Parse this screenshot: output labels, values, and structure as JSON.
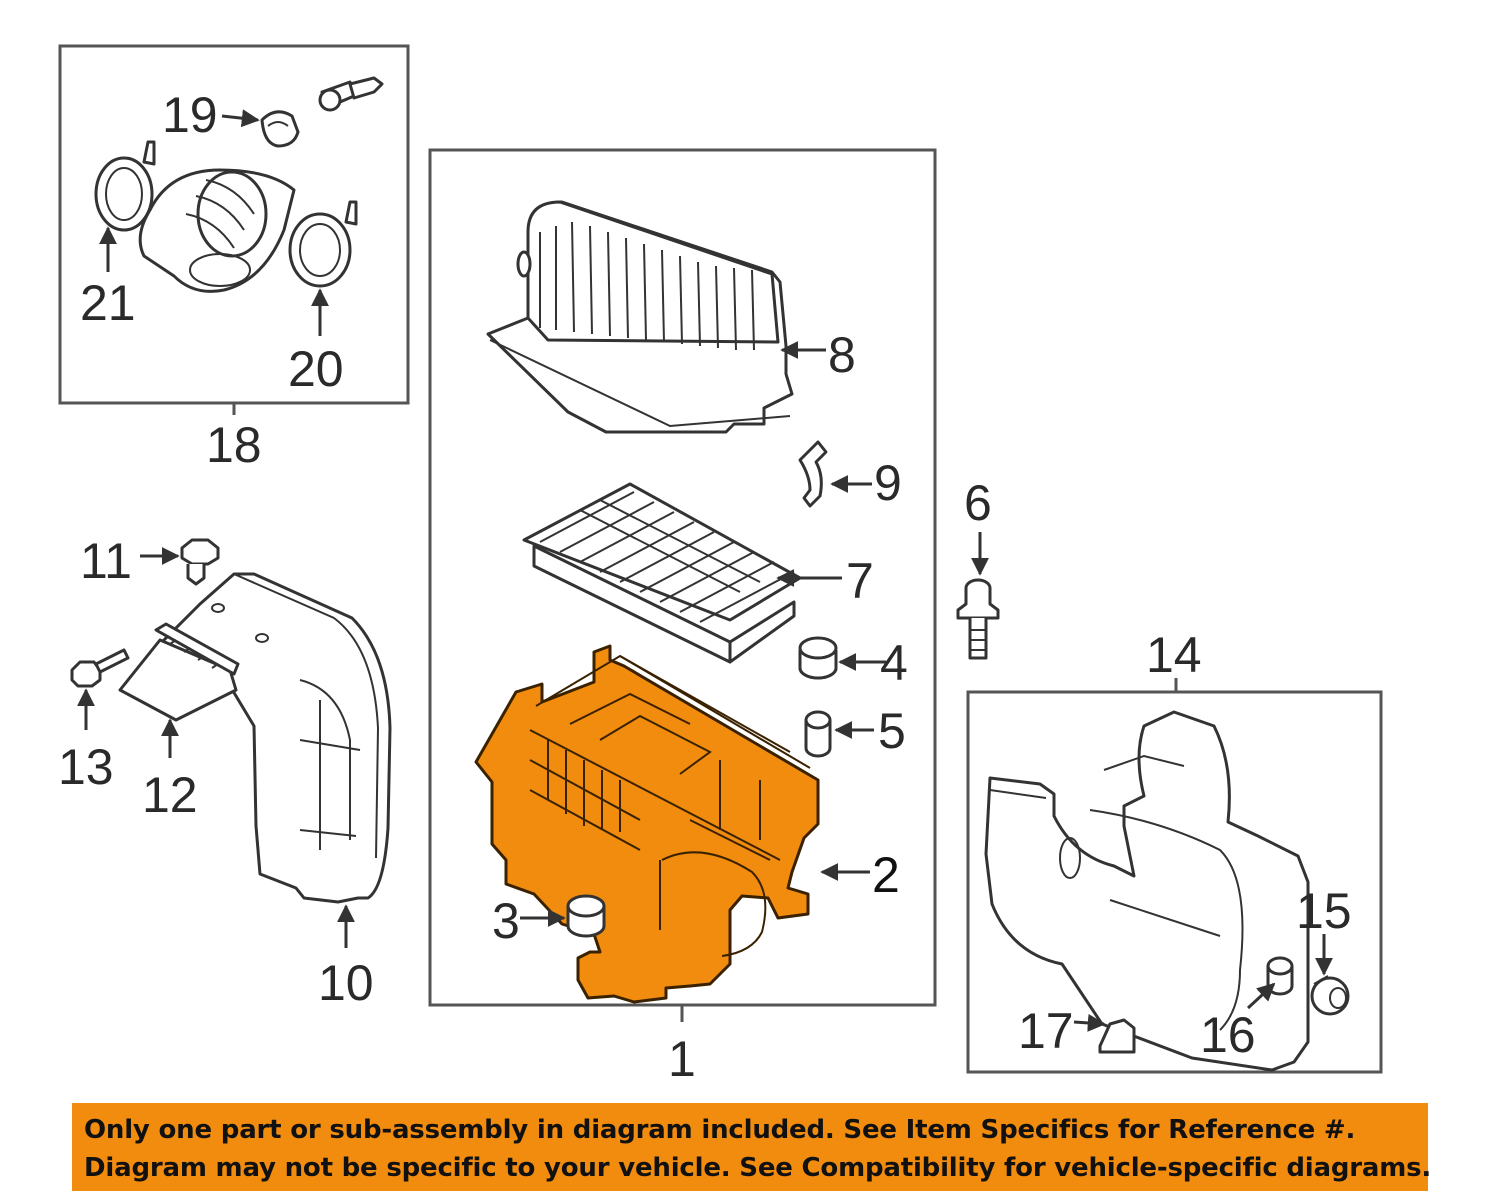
{
  "diagram": {
    "callouts": {
      "c1": "1",
      "c2": "2",
      "c3": "3",
      "c4": "4",
      "c5": "5",
      "c6": "6",
      "c7": "7",
      "c8": "8",
      "c9": "9",
      "c10": "10",
      "c11": "11",
      "c12": "12",
      "c13": "13",
      "c14": "14",
      "c15": "15",
      "c16": "16",
      "c17": "17",
      "c18": "18",
      "c19": "19",
      "c20": "20",
      "c21": "21"
    },
    "highlight_color": "#f28c0f",
    "highlighted_part": "2"
  },
  "notice": {
    "line1": "Only one part or sub-assembly in diagram included. See Item Specifics for Reference #.",
    "line2": "Diagram may not be specific to your vehicle. See Compatibility for vehicle-specific diagrams."
  }
}
